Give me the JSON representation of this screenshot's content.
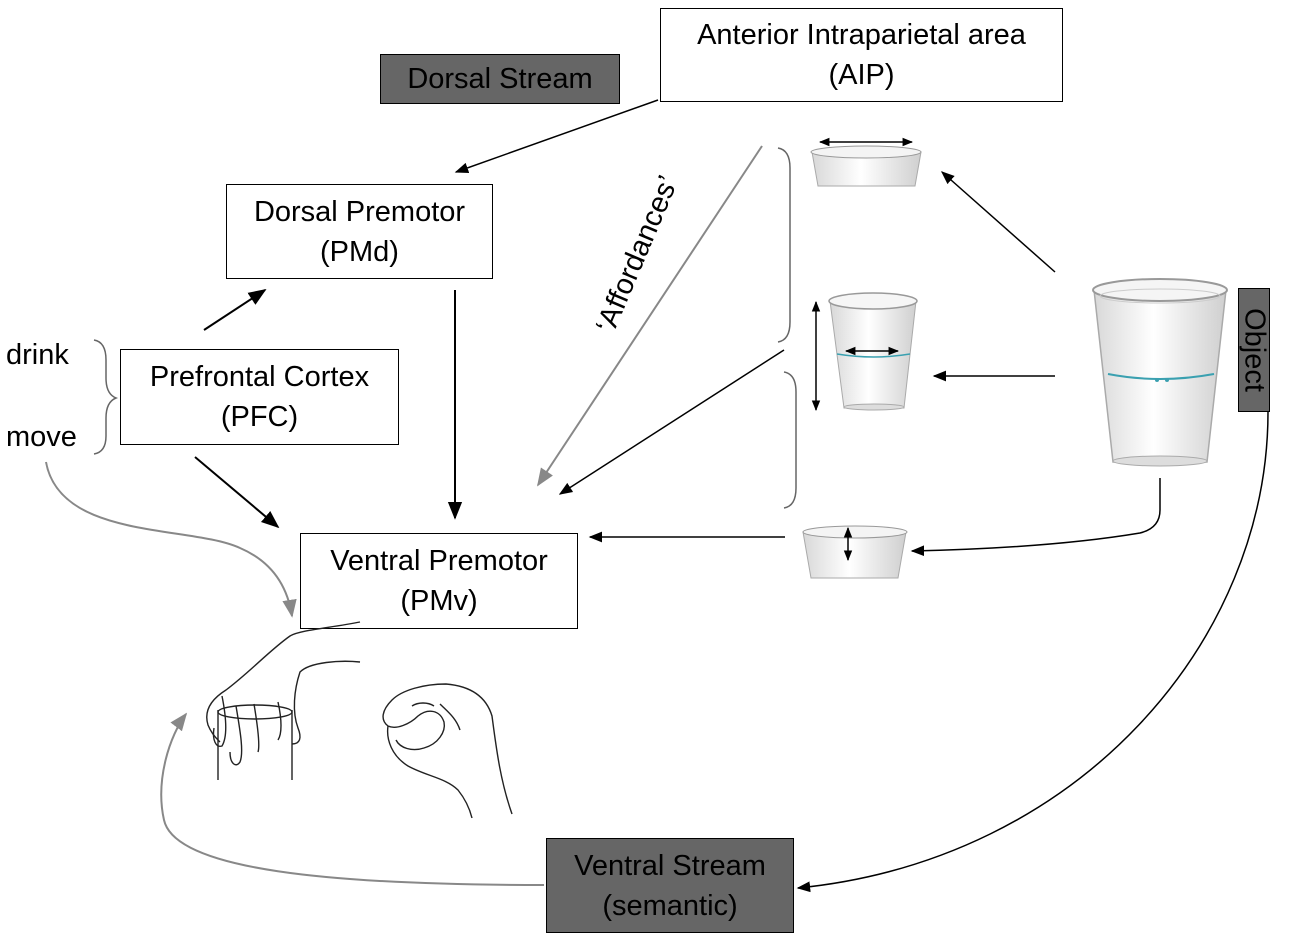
{
  "boxes": {
    "dorsal_stream": "Dorsal Stream",
    "aip_line1": "Anterior Intraparietal area",
    "aip_line2": "(AIP)",
    "pmd_line1": "Dorsal Premotor",
    "pmd_line2": "(PMd)",
    "pfc_line1": "Prefrontal Cortex",
    "pfc_line2": "(PFC)",
    "pmv_line1": "Ventral Premotor",
    "pmv_line2": "(PMv)",
    "ventral_line1": "Ventral Stream",
    "ventral_line2": "(semantic)",
    "object": "Object"
  },
  "labels": {
    "drink": "drink",
    "move": "move",
    "affordances": "‘Affordances’"
  },
  "colors": {
    "dark_box": "#666666",
    "arrow_black": "#000000",
    "arrow_gray": "#888888",
    "cup_rim": "#3aa0b0"
  }
}
